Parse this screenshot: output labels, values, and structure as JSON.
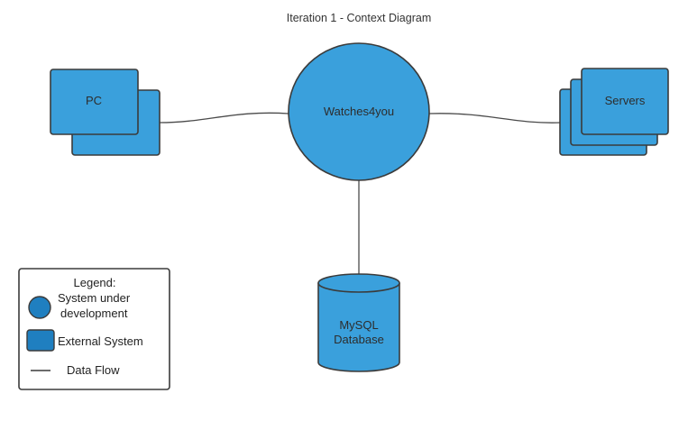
{
  "diagram": {
    "title": "Iteration 1 - Context Diagram",
    "nodes": {
      "pc": {
        "label": "PC",
        "shape": "stacked-rectangles"
      },
      "system": {
        "label": "Watches4you",
        "shape": "circle"
      },
      "servers": {
        "label": "Servers",
        "shape": "stacked-rectangles"
      },
      "database": {
        "label_line1": "MySQL",
        "label_line2": "Database",
        "shape": "cylinder"
      }
    },
    "edges": [
      {
        "from": "pc",
        "to": "system"
      },
      {
        "from": "system",
        "to": "servers"
      },
      {
        "from": "system",
        "to": "database"
      }
    ]
  },
  "legend": {
    "title": "Legend:",
    "items": [
      {
        "symbol": "circle",
        "line1": "System under",
        "line2": "development"
      },
      {
        "symbol": "rectangle",
        "label": "External System"
      },
      {
        "symbol": "line",
        "label": "Data Flow"
      }
    ]
  },
  "colors": {
    "fill": "#3aa0dc",
    "legend_fill": "#1f7fc0",
    "stroke": "#3b3b3b",
    "line": "#4a4a4a"
  }
}
